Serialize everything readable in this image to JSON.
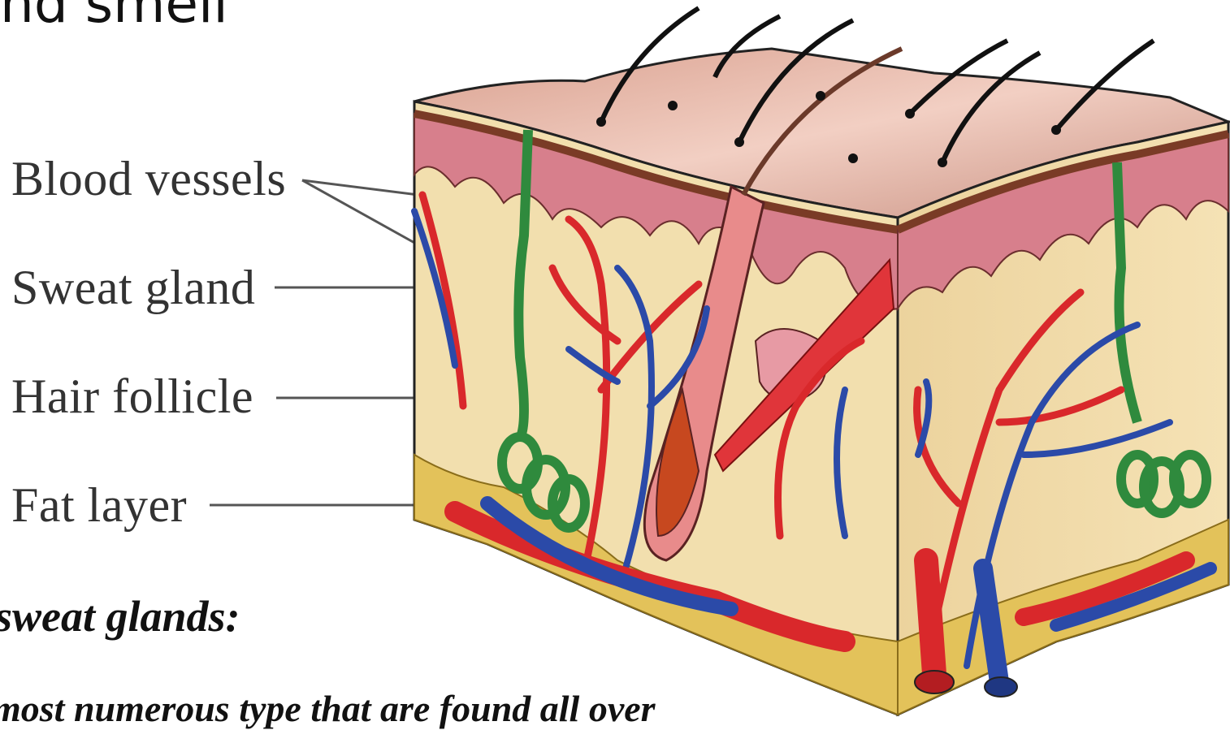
{
  "slide": {
    "heading_fragment": "nd smell",
    "caption_1": "sweat glands:",
    "caption_2": "most numerous type that are found all over"
  },
  "diagram": {
    "labels": {
      "blood_vessels": "Blood vessels",
      "sweat_gland": "Sweat gland",
      "hair_follicle": "Hair follicle",
      "fat_layer": "Fat layer"
    },
    "colors": {
      "skin_surface": "#e6b7a8",
      "epidermis": "#c98b8f",
      "dermis": "#f2dfae",
      "fat": "#e3c25a",
      "artery": "#d9282b",
      "vein": "#2b4aa8",
      "sweat_gland": "#2f8a3d"
    }
  }
}
